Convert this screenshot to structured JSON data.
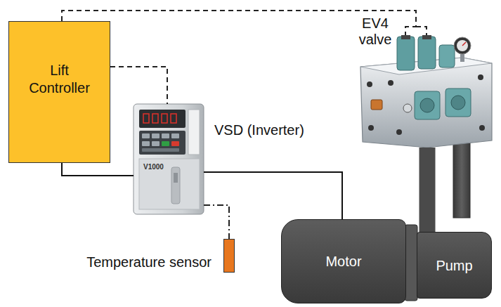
{
  "diagram": {
    "nodes": [
      {
        "text": [
          "Lift Controller"
        ]
      },
      {
        "text": [
          "EV4 valve"
        ]
      },
      {
        "text": [
          "VSD (Inverter)",
          "V1000"
        ]
      },
      {
        "text": [
          "Temperature sensor"
        ]
      },
      {
        "text": [
          "Motor"
        ]
      },
      {
        "text": [
          "Pump"
        ]
      }
    ],
    "edges": [
      {
        "from": 0,
        "to": 1,
        "arrow": "none"
      },
      {
        "from": 0,
        "to": 2,
        "arrow": "none"
      },
      {
        "from": 0,
        "to": 2,
        "arrow": "none"
      },
      {
        "from": 2,
        "to": 4,
        "arrow": "none"
      },
      {
        "from": 2,
        "to": 3,
        "arrow": "none"
      },
      {
        "from": 1,
        "to": 5,
        "arrow": "none"
      }
    ]
  }
}
